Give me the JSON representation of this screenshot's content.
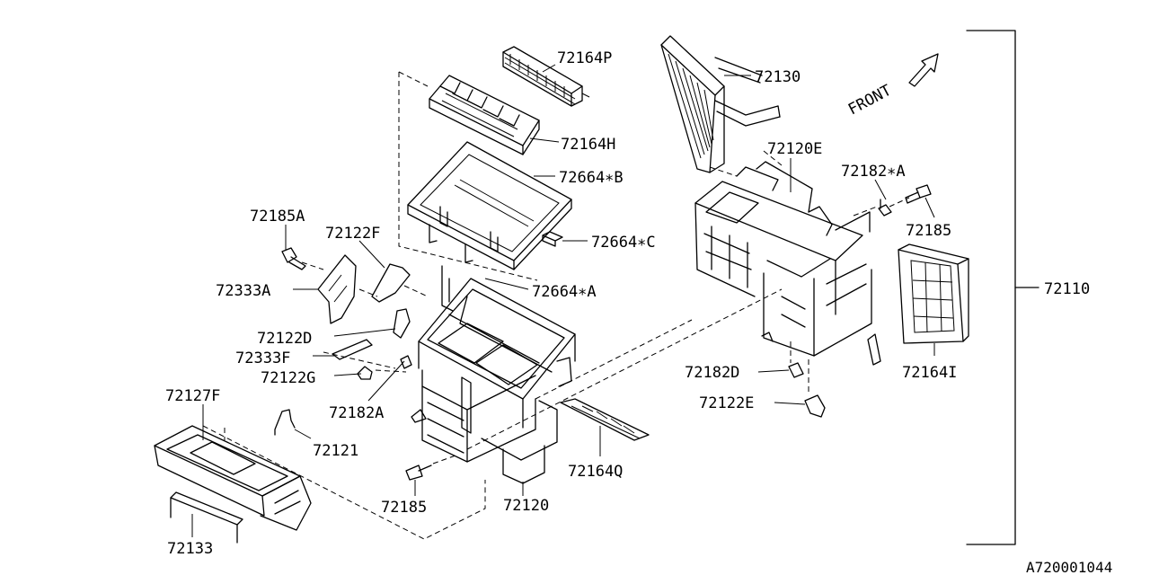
{
  "diagram": {
    "front_label": "FRONT",
    "catalog_code": "A720001044",
    "labels": {
      "p72164P": "72164P",
      "p72130": "72130",
      "p72164H": "72164H",
      "p72120E": "72120E",
      "p72664B": "72664∗B",
      "p72182A_star": "72182∗A",
      "p72185_right": "72185",
      "p72185A": "72185A",
      "p72122F": "72122F",
      "p72664C": "72664∗C",
      "p72333A": "72333A",
      "p72664A": "72664∗A",
      "p72110": "72110",
      "p72122D": "72122D",
      "p72333F": "72333F",
      "p72122G": "72122G",
      "p72182D": "72182D",
      "p72164I": "72164I",
      "p72127F": "72127F",
      "p72182A": "72182A",
      "p72122E": "72122E",
      "p72121": "72121",
      "p72164Q": "72164Q",
      "p72185_bottom": "72185",
      "p72120": "72120",
      "p72133": "72133"
    }
  }
}
